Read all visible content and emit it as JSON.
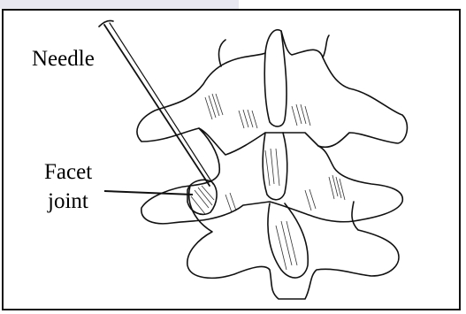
{
  "labels": {
    "needle": "Needle",
    "facet_line1": "Facet",
    "facet_line2": "joint"
  },
  "colors": {
    "ink": "#111111",
    "background": "#ffffff",
    "tab": "#e8e8f0"
  }
}
